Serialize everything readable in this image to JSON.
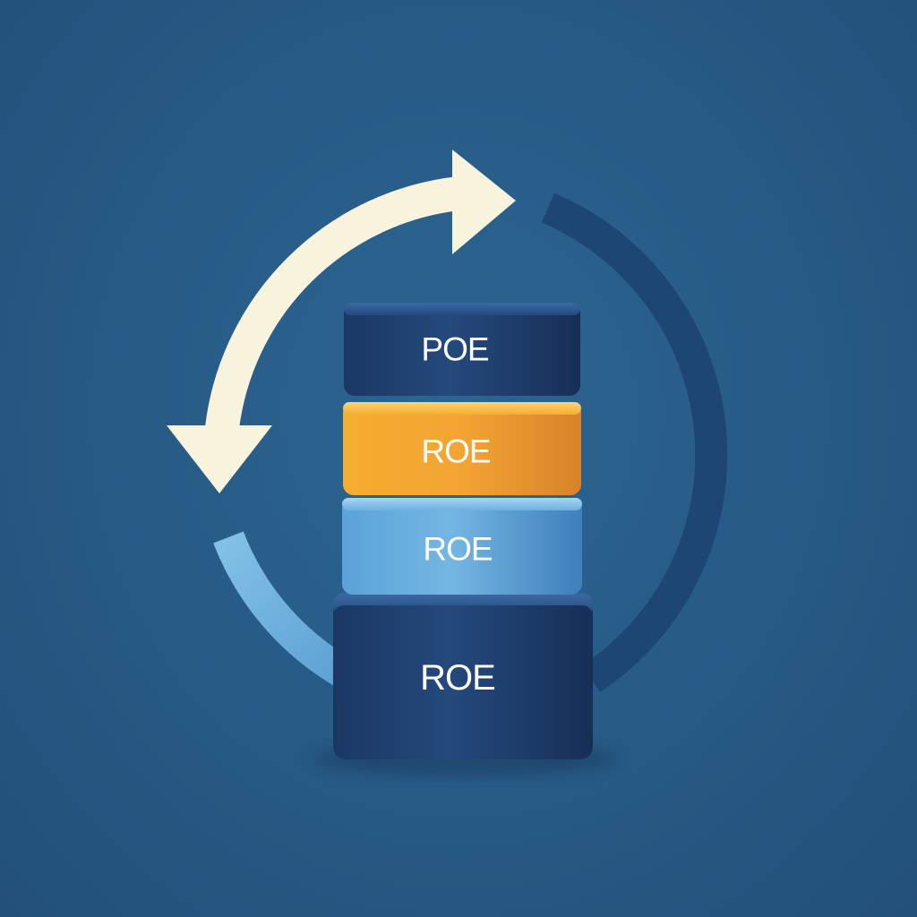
{
  "stack": [
    {
      "label": "POE",
      "color": "#1f3f6e"
    },
    {
      "label": "ROE",
      "color": "#f0a431"
    },
    {
      "label": "ROE",
      "color": "#5ea9dc"
    },
    {
      "label": "ROE",
      "color": "#1f3f6e"
    }
  ],
  "colors": {
    "background": "#275a85",
    "cream_arrow": "#f7f3dc",
    "dark_arc": "#1e4675",
    "light_arc": "#7cbbe2"
  },
  "icons": {
    "cycle": "cycle-arrows-icon"
  }
}
